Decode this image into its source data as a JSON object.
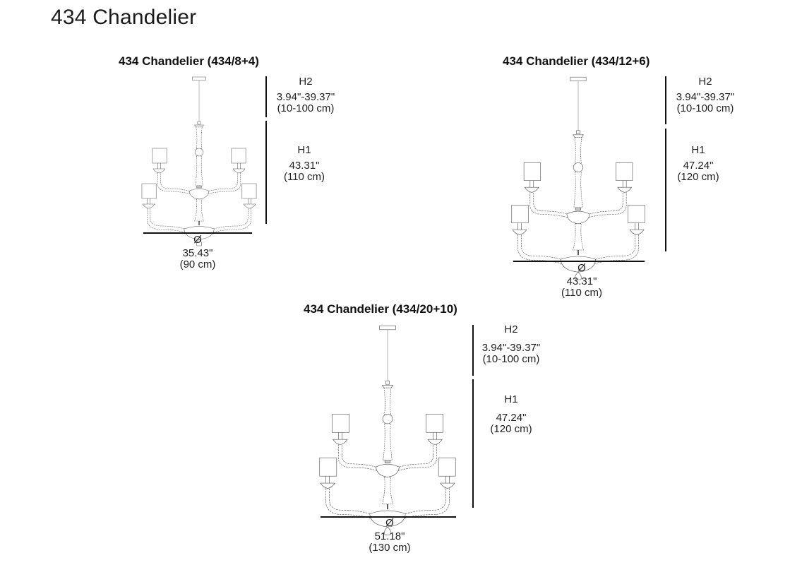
{
  "page": {
    "title": "434 Chandelier"
  },
  "models": [
    {
      "title": "434 Chandelier (434/8+4)",
      "h2": {
        "label": "H2",
        "inches": "3.94\"-39.37\"",
        "cm": "(10-100 cm)"
      },
      "h1": {
        "label": "H1",
        "inches": "43.31\"",
        "cm": "(110 cm)"
      },
      "diameter": {
        "label": "Ø",
        "inches": "35.43\"",
        "cm": "(90 cm)"
      }
    },
    {
      "title": "434 Chandelier (434/12+6)",
      "h2": {
        "label": "H2",
        "inches": "3.94\"-39.37\"",
        "cm": "(10-100 cm)"
      },
      "h1": {
        "label": "H1",
        "inches": "47.24\"",
        "cm": "(120 cm)"
      },
      "diameter": {
        "label": "Ø",
        "inches": "43.31\"",
        "cm": "(110 cm)"
      }
    },
    {
      "title": "434 Chandelier (434/20+10)",
      "h2": {
        "label": "H2",
        "inches": "3.94\"-39.37\"",
        "cm": "(10-100 cm)"
      },
      "h1": {
        "label": "H1",
        "inches": "47.24\"",
        "cm": "(120 cm)"
      },
      "diameter": {
        "label": "Ø",
        "inches": "51.18\"",
        "cm": "(130 cm)"
      }
    }
  ]
}
